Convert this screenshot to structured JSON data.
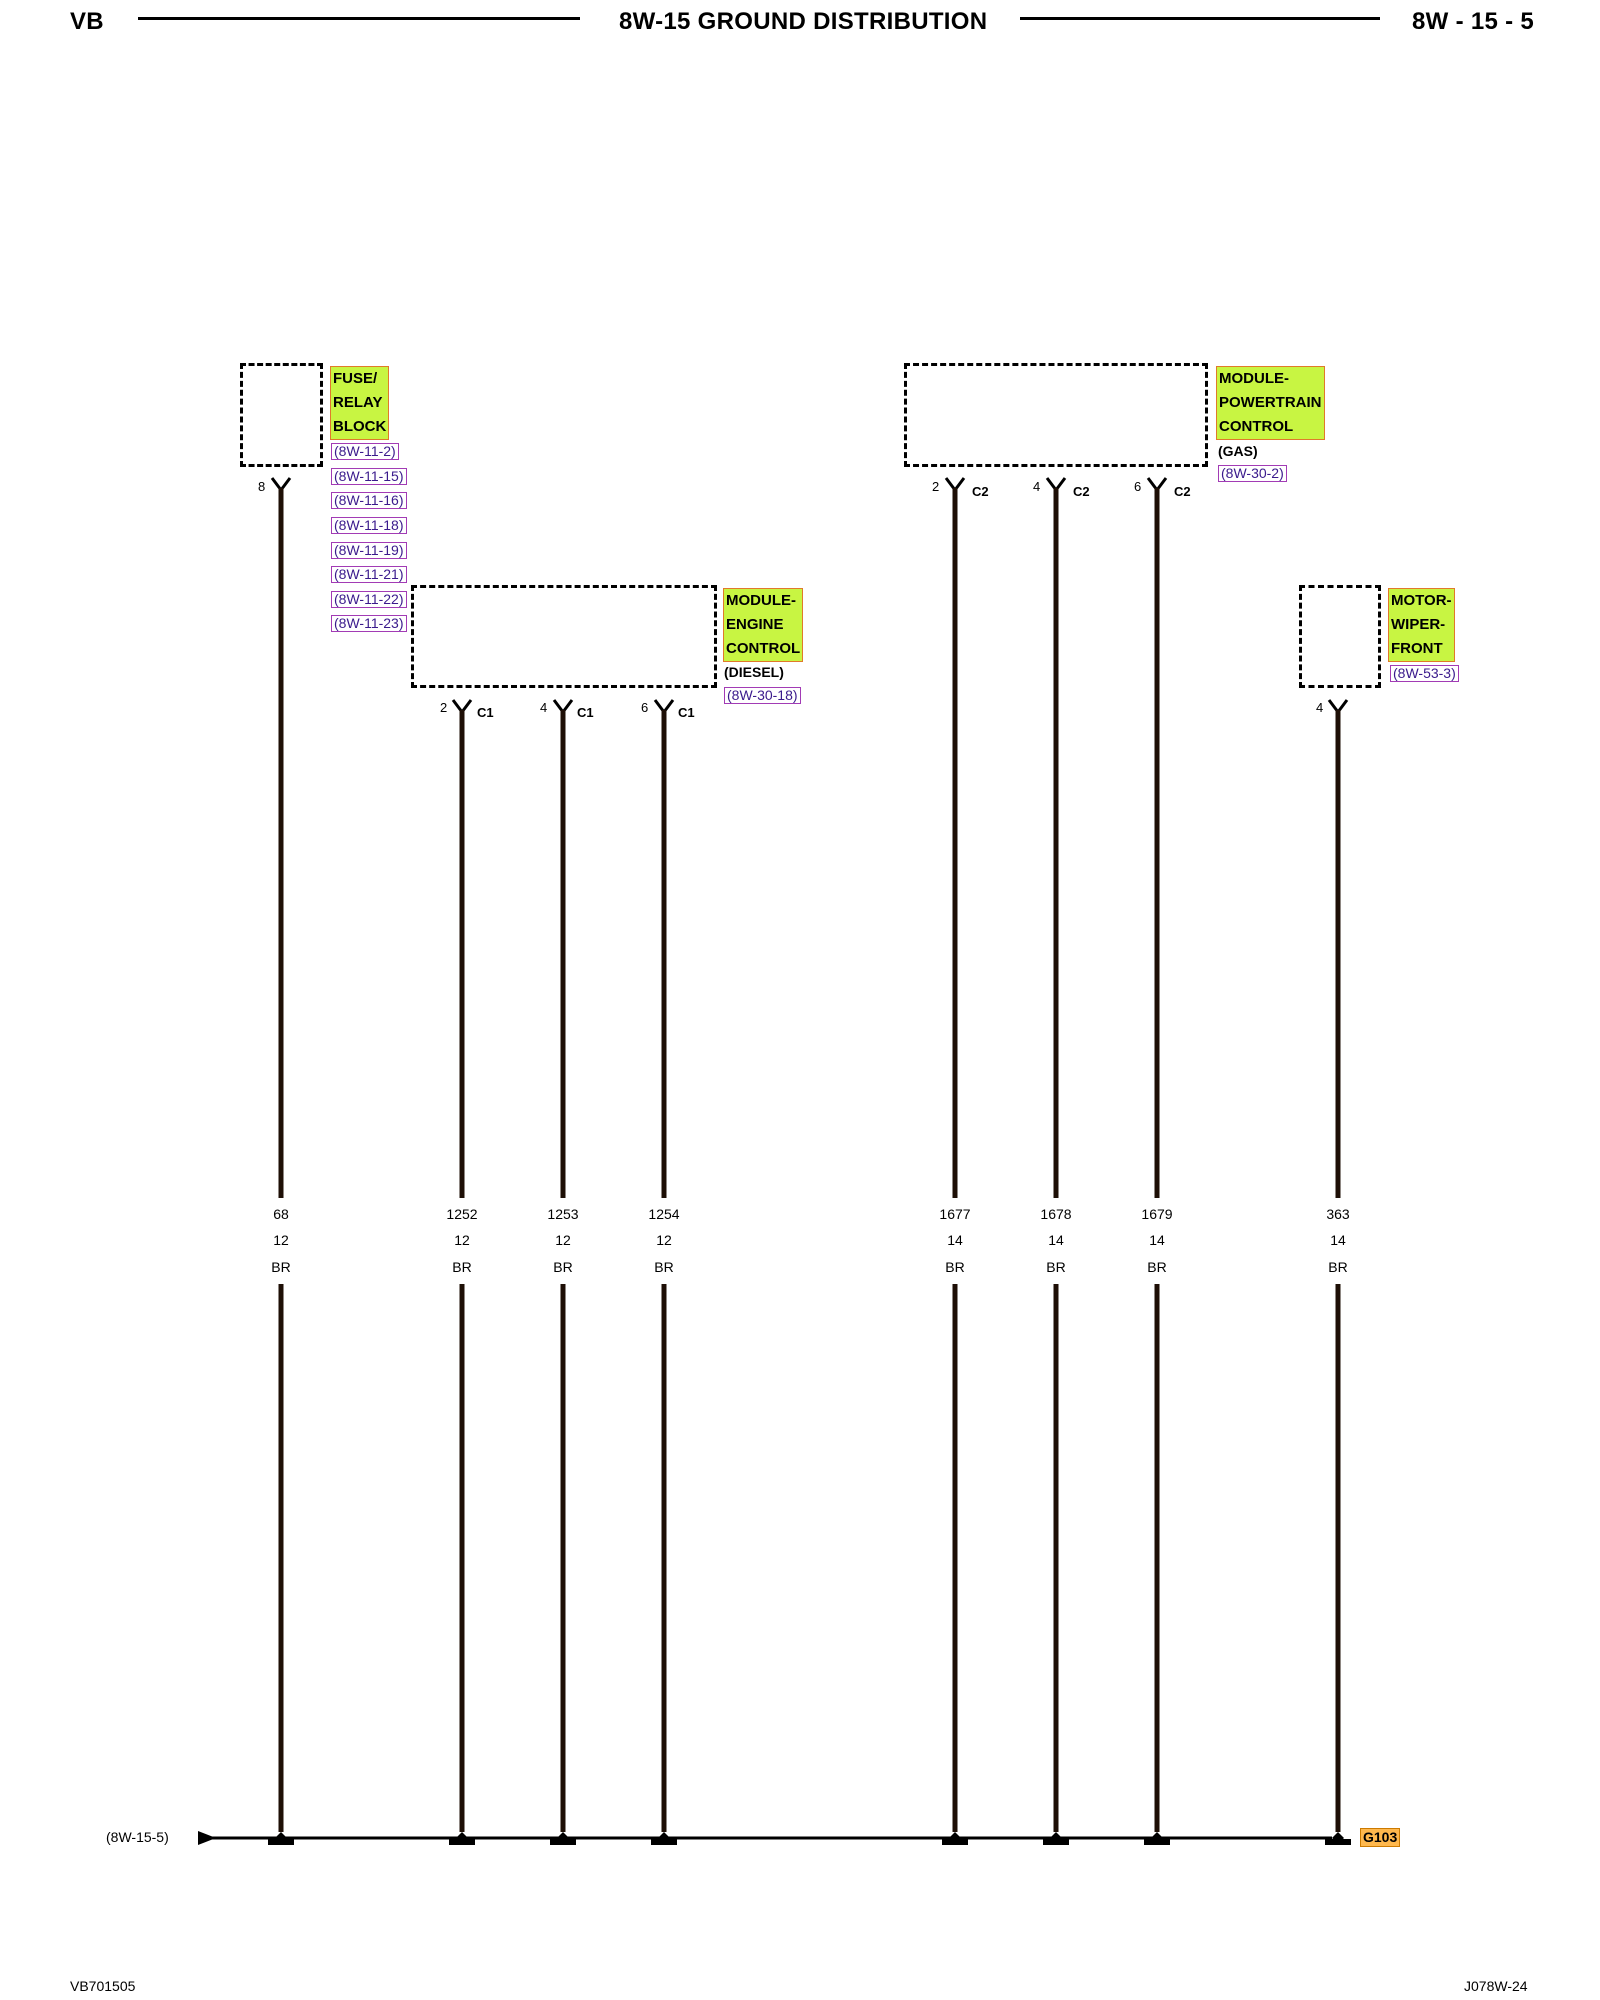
{
  "header": {
    "left": "VB",
    "title": "8W-15 GROUND DISTRIBUTION",
    "right": "8W - 15 - 5"
  },
  "components": {
    "fuse_relay": {
      "lines": [
        "FUSE/",
        "RELAY",
        "BLOCK"
      ],
      "xrefs": [
        "(8W-11-2)",
        "(8W-11-15)",
        "(8W-11-16)",
        "(8W-11-18)",
        "(8W-11-19)",
        "(8W-11-21)",
        "(8W-11-22)",
        "(8W-11-23)"
      ]
    },
    "engine_control": {
      "lines": [
        "MODULE-",
        "ENGINE",
        "CONTROL"
      ],
      "note": "(DIESEL)",
      "xref": "(8W-30-18)"
    },
    "powertrain_control": {
      "lines": [
        "MODULE-",
        "POWERTRAIN",
        "CONTROL"
      ],
      "note": "(GAS)",
      "xref": "(8W-30-2)"
    },
    "wiper_motor": {
      "lines": [
        "MOTOR-",
        "WIPER-",
        "FRONT"
      ],
      "xref": "(8W-53-3)"
    }
  },
  "wires": [
    {
      "pin": "8",
      "connector": "",
      "circuit": "68",
      "gauge": "12",
      "color": "BR"
    },
    {
      "pin": "2",
      "connector": "C1",
      "circuit": "1252",
      "gauge": "12",
      "color": "BR"
    },
    {
      "pin": "4",
      "connector": "C1",
      "circuit": "1253",
      "gauge": "12",
      "color": "BR"
    },
    {
      "pin": "6",
      "connector": "C1",
      "circuit": "1254",
      "gauge": "12",
      "color": "BR"
    },
    {
      "pin": "2",
      "connector": "C2",
      "circuit": "1677",
      "gauge": "14",
      "color": "BR"
    },
    {
      "pin": "4",
      "connector": "C2",
      "circuit": "1678",
      "gauge": "14",
      "color": "BR"
    },
    {
      "pin": "6",
      "connector": "C2",
      "circuit": "1679",
      "gauge": "14",
      "color": "BR"
    },
    {
      "pin": "4",
      "connector": "",
      "circuit": "363",
      "gauge": "14",
      "color": "BR"
    }
  ],
  "ground": {
    "id": "G103",
    "xref": "(8W-15-5)"
  },
  "footer": {
    "left": "VB701505",
    "right": "J078W-24"
  },
  "colors": {
    "wire": "#1e0f06",
    "component_label_bg": "#c8f542",
    "ground_label_bg": "#ffb84d",
    "xref_border": "#a23bb5"
  }
}
